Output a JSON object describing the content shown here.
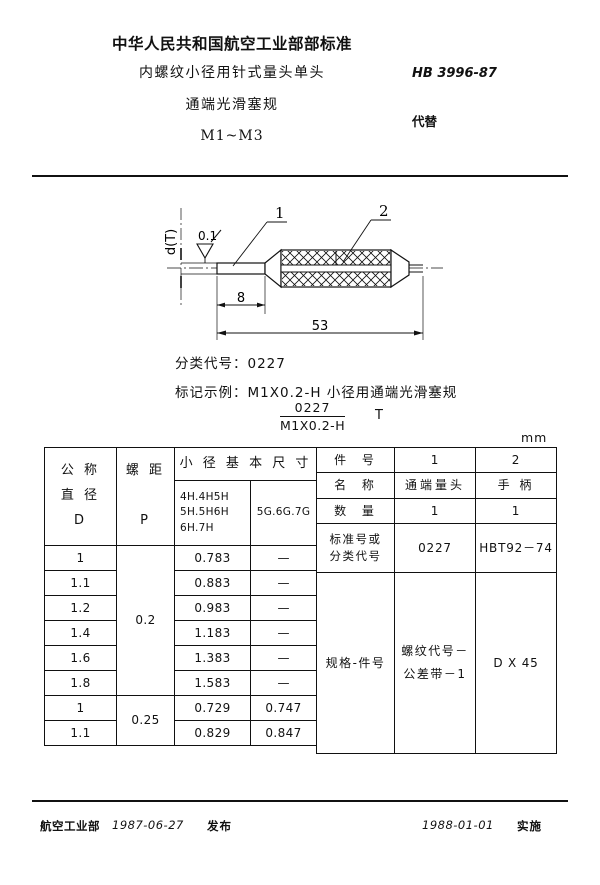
{
  "header": {
    "authority": "中华人民共和国航空工业部部标准",
    "title_line1": "内螺纹小径用针式量头单头",
    "title_line2": "通端光滑塞规",
    "title_line3": "M1~M3",
    "standard_number": "HB 3996-87",
    "replaces_label": "代替"
  },
  "drawing": {
    "leader_1": "1",
    "leader_2": "2",
    "diameter_label": "d(T)",
    "surface_finish": "0.1",
    "dim_short": "8",
    "dim_long": "53"
  },
  "notes": {
    "class_code_line": "分类代号：0227",
    "marking_example_line": "标记示例：M1X0.2-H   小径用通端光滑塞规",
    "frac_numerator": "0227",
    "frac_denominator": "M1X0.2-H",
    "frac_suffix": "T"
  },
  "unit": "mm",
  "left_table": {
    "headers": {
      "nominal_diameter": "公 称",
      "nominal_diameter2": "直 径",
      "nominal_diameter_sym": "D",
      "pitch": "螺 距",
      "pitch_sym": "P",
      "minor_dia_basic": "小 径 基 本 尺 寸",
      "tol_group_1": "4H.4H5H\n5H.5H6H\n6H.7H",
      "tol_group_2": "5G.6G.7G"
    },
    "rows": [
      {
        "D": "1",
        "P": "0.2",
        "v1": "0.783",
        "v2": "—"
      },
      {
        "D": "1.1",
        "P": "",
        "v1": "0.883",
        "v2": "—"
      },
      {
        "D": "1.2",
        "P": "",
        "v1": "0.983",
        "v2": "—"
      },
      {
        "D": "1.4",
        "P": "",
        "v1": "1.183",
        "v2": "—"
      },
      {
        "D": "1.6",
        "P": "",
        "v1": "1.383",
        "v2": "—"
      },
      {
        "D": "1.8",
        "P": "",
        "v1": "1.583",
        "v2": "—"
      },
      {
        "D": "1",
        "P": "0.25",
        "v1": "0.729",
        "v2": "0.747"
      },
      {
        "D": "1.1",
        "P": "",
        "v1": "0.829",
        "v2": "0.847"
      }
    ]
  },
  "right_table": {
    "row_part_no_label": "件      号",
    "row_part_no_c1": "1",
    "row_part_no_c2": "2",
    "row_name_label": "名      称",
    "row_name_c1": "通端量头",
    "row_name_c2": "手  柄",
    "row_qty_label": "数      量",
    "row_qty_c1": "1",
    "row_qty_c2": "1",
    "row_std_label_1": "标准号或",
    "row_std_label_2": "分类代号",
    "row_std_c1": "0227",
    "row_std_c2": "HBT92－74",
    "row_spec_label": "规格-件号",
    "row_spec_c1_1": "螺纹代号－",
    "row_spec_c1_2": "公差带－1",
    "row_spec_c2": "D X 45"
  },
  "footer": {
    "issuer": "航空工业部",
    "issue_date": "1987-06-27",
    "publish_label": "发布",
    "effective_date": "1988-01-01",
    "implement_label": "实施"
  }
}
